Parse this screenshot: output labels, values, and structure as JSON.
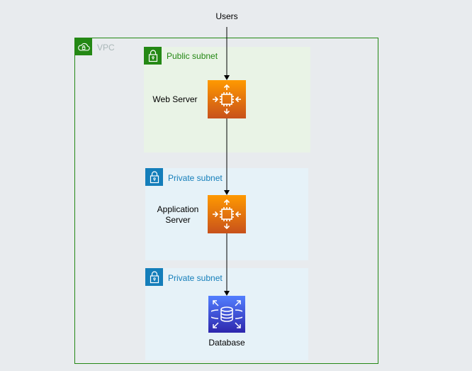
{
  "diagram": {
    "users_label": "Users",
    "vpc": {
      "label": "VPC",
      "icon": "cloud-lock-icon",
      "color": "#248814"
    },
    "subnets": [
      {
        "label": "Public subnet",
        "color": "#248814",
        "icon": "lock-icon"
      },
      {
        "label": "Private subnet",
        "color": "#147eba",
        "icon": "lock-icon"
      },
      {
        "label": "Private subnet",
        "color": "#147eba",
        "icon": "lock-icon"
      }
    ],
    "nodes": {
      "web": {
        "label": "Web Server",
        "icon": "ec2-instance-icon"
      },
      "app": {
        "label_line1": "Application",
        "label_line2": "Server",
        "icon": "ec2-instance-icon"
      },
      "db": {
        "label": "Database",
        "icon": "rds-database-icon"
      }
    },
    "colors": {
      "ec2_top": "#ff9900",
      "ec2_bottom": "#c8511b",
      "rds_top": "#527fff",
      "rds_bottom": "#2e27ad",
      "background": "#e8ebee"
    }
  }
}
